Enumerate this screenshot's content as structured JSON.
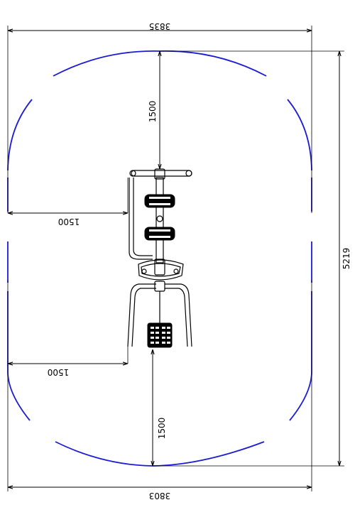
{
  "dimensions": {
    "top_width": "3835",
    "bottom_width": "3803",
    "right_height": "5219",
    "upper_clearance": "1500",
    "lower_clearance": "1500",
    "left_upper_offset": "1500",
    "left_lower_offset": "1500"
  },
  "colors": {
    "safety_zone": "#1a1ad6",
    "lines": "#000000"
  }
}
